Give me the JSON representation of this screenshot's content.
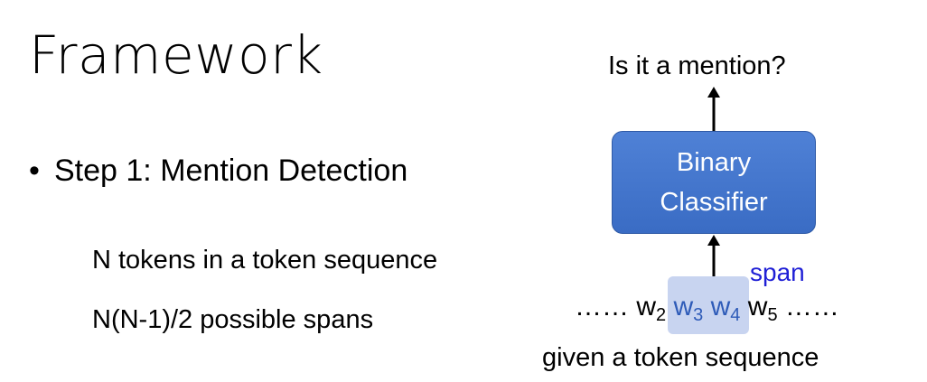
{
  "slide": {
    "title": "Framework",
    "bullet": "Step 1: Mention Detection",
    "sub_items": [
      "N tokens in a token sequence",
      "N(N-1)/2 possible spans"
    ]
  },
  "diagram": {
    "question": "Is it a mention?",
    "classifier_lines": [
      "Binary",
      "Classifier"
    ],
    "span_label": "span",
    "tokens": {
      "leading": "……",
      "items": [
        {
          "base": "w",
          "sub": "2"
        },
        {
          "base": "w",
          "sub": "3"
        },
        {
          "base": "w",
          "sub": "4"
        },
        {
          "base": "w",
          "sub": "5"
        }
      ],
      "trailing": "……"
    },
    "caption": "given a token sequence",
    "colors": {
      "classifier": "#4a7bd0",
      "span_highlight": "#c8d4f0",
      "span_label": "#1f1fd6",
      "highlighted_token": "#2e5bb8"
    }
  }
}
